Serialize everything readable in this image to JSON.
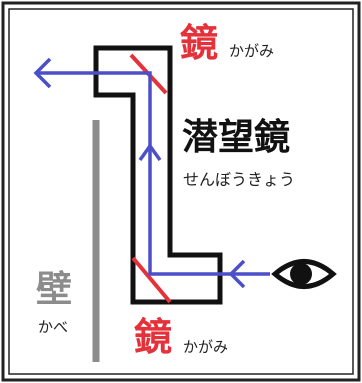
{
  "labels": {
    "mirror_top": {
      "kanji": "鏡",
      "reading": "かがみ"
    },
    "mirror_bottom": {
      "kanji": "鏡",
      "reading": "かがみ"
    },
    "periscope": {
      "kanji": "潜望鏡",
      "reading": "せんぼうきょう"
    },
    "wall": {
      "kanji": "壁",
      "reading": "かべ"
    }
  },
  "colors": {
    "border": "#222222",
    "tube": "#111111",
    "light_path": "#4b4fc8",
    "mirror": "#e4323b",
    "wall": "#8c8c8c"
  },
  "icons": [
    "eye-icon",
    "light-arrow-icon",
    "mirror-line-icon"
  ]
}
